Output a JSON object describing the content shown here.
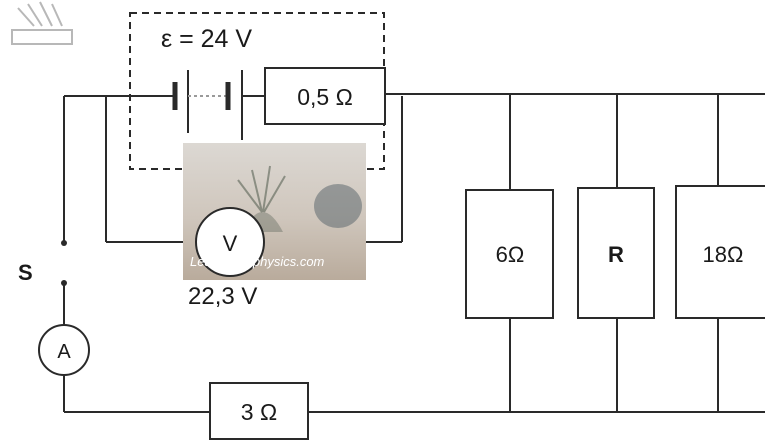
{
  "colors": {
    "line": "#2a2a2a",
    "overlay_top": "#d8d4cf",
    "overlay_bottom": "#c7bdb1"
  },
  "source": {
    "emf_label": "ε = 24 V",
    "internal_resistance_label": "0,5 Ω"
  },
  "switch": {
    "label": "S"
  },
  "ammeter": {
    "label": "A"
  },
  "voltmeter": {
    "label": "V",
    "reading": "22,3 V"
  },
  "series_resistor": {
    "label": "3 Ω"
  },
  "parallel_resistors": [
    {
      "label": "6Ω"
    },
    {
      "label": "R"
    },
    {
      "label": "18Ω"
    }
  ],
  "watermark": {
    "text": "Learnmorephysics.com"
  },
  "icons": [
    "book-stack-icon",
    "battery-symbol-icon",
    "photo-overlay"
  ]
}
